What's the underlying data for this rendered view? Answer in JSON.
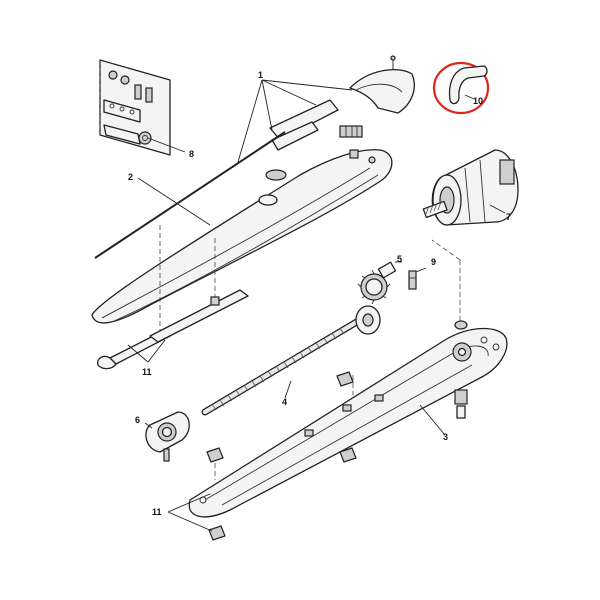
{
  "callouts": {
    "c1": "1",
    "c2": "2",
    "c3": "3",
    "c4": "4",
    "c5": "5",
    "c6": "6",
    "c7": "7",
    "c8": "8",
    "c9": "9",
    "c10": "10",
    "c11a": "11",
    "c11b": "11"
  },
  "colors": {
    "highlight_ring": "#e0261b",
    "line": "#222222",
    "fill": "#f4f4f4"
  },
  "icons": {
    "hardware_kit": "screws-and-plate-icon",
    "cover": "arm-cover-icon",
    "housing": "housing-shell-icon",
    "motor": "motor-unit-icon",
    "worm_screw": "worm-screw-icon",
    "gear": "gear-icon",
    "bracket": "bracket-icon",
    "release_key": "release-key-icon"
  }
}
